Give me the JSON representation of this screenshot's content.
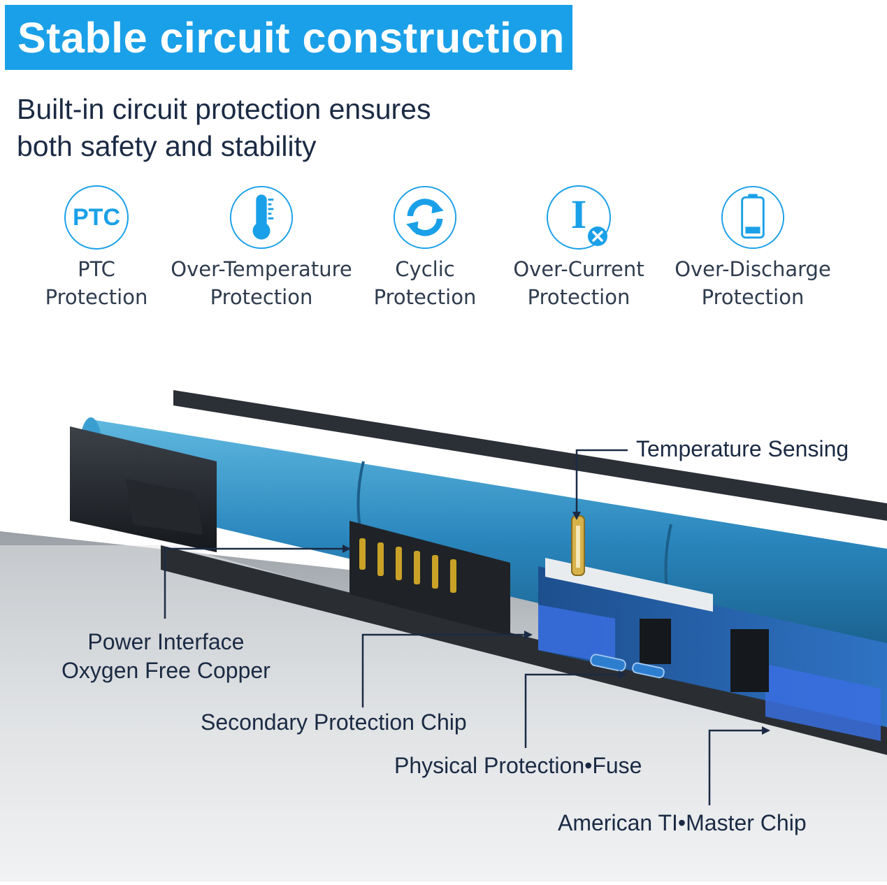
{
  "header": {
    "title": "Stable circuit construction",
    "subtitle_line1": "Built-in circuit protection ensures",
    "subtitle_line2": "both safety and stability"
  },
  "features": [
    {
      "icon": "ptc-icon",
      "icon_text": "PTC",
      "line1": "PTC",
      "line2": "Protection"
    },
    {
      "icon": "thermometer-icon",
      "line1": "Over-Temperature",
      "line2": "Protection"
    },
    {
      "icon": "cycle-arrows-icon",
      "line1": "Cyclic",
      "line2": "Protection"
    },
    {
      "icon": "current-icon",
      "icon_text": "I",
      "line1": "Over-Current",
      "line2": "Protection"
    },
    {
      "icon": "battery-icon",
      "line1": "Over-Discharge",
      "line2": "Protection"
    }
  ],
  "callouts": {
    "temperature_sensing": "Temperature Sensing",
    "power_interface_line1": "Power Interface",
    "power_interface_line2": "Oxygen Free Copper",
    "secondary_chip": "Secondary Protection Chip",
    "fuse": "Physical Protection•Fuse",
    "master_chip": "American TI•Master Chip"
  },
  "colors": {
    "accent": "#1aa0e8",
    "text": "#1b2a44",
    "cell": "#2e8cc2",
    "chip": "#3a6fe0"
  }
}
